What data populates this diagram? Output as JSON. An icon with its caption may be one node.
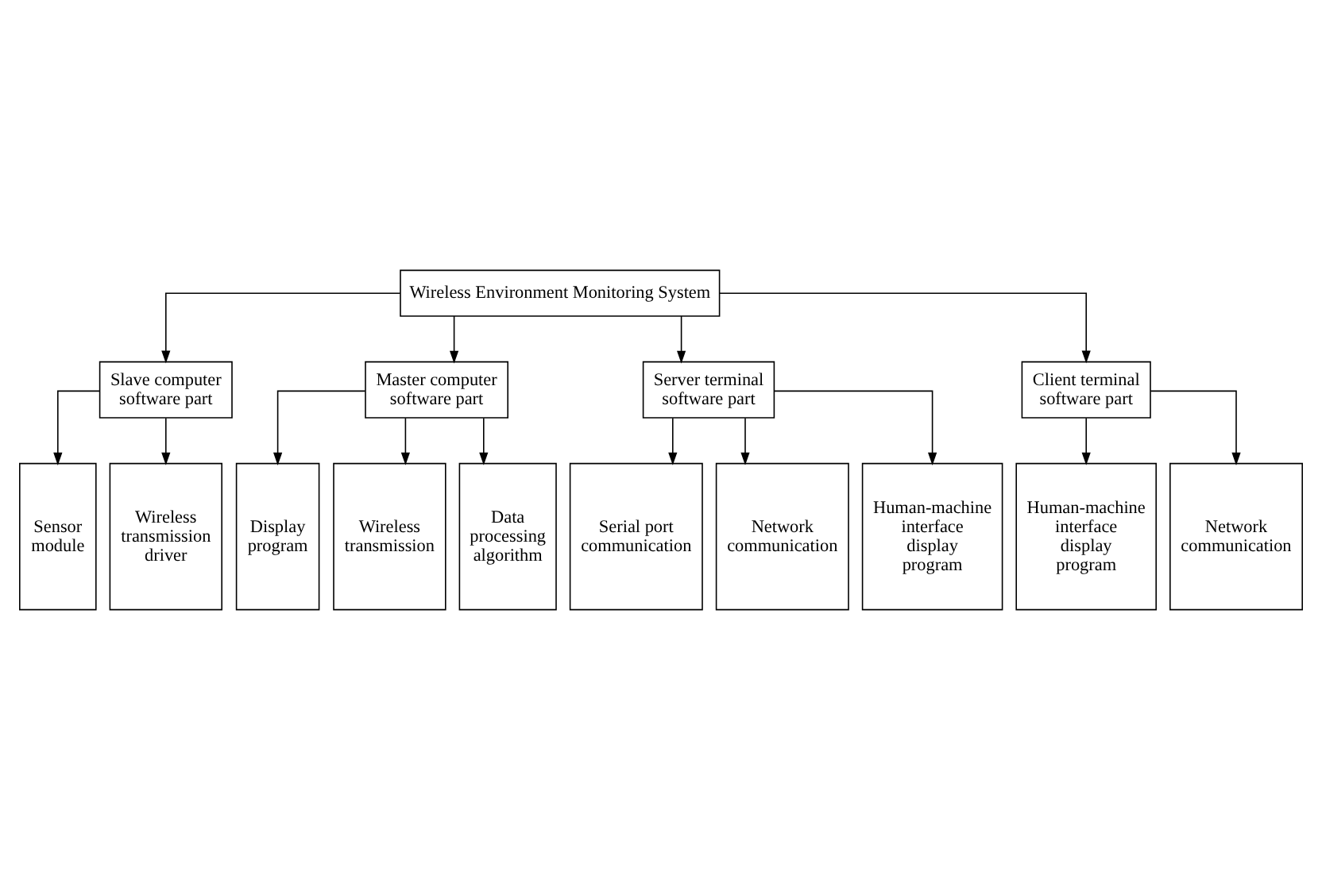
{
  "diagram": {
    "nodes": [
      {
        "text": [
          "Wireless Environment Monitoring System"
        ]
      },
      {
        "text": [
          "Slave computer software part"
        ]
      },
      {
        "text": [
          "Master computer software part"
        ]
      },
      {
        "text": [
          "Server terminal software part"
        ]
      },
      {
        "text": [
          "Client terminal software part"
        ]
      },
      {
        "text": [
          "Sensor module"
        ]
      },
      {
        "text": [
          "Wireless transmission driver"
        ]
      },
      {
        "text": [
          "Display program"
        ]
      },
      {
        "text": [
          "Wireless transmission"
        ]
      },
      {
        "text": [
          "Data processing algorithm"
        ]
      },
      {
        "text": [
          "Serial port communication"
        ]
      },
      {
        "text": [
          "Network communication"
        ]
      },
      {
        "text": [
          "Human-machine interface display program"
        ]
      },
      {
        "text": [
          "Human-machine interface display program"
        ]
      },
      {
        "text": [
          "Network communication"
        ]
      }
    ],
    "edges": [
      {
        "from": 0,
        "to": 1,
        "arrow": "to"
      },
      {
        "from": 0,
        "to": 2,
        "arrow": "to"
      },
      {
        "from": 0,
        "to": 3,
        "arrow": "to"
      },
      {
        "from": 0,
        "to": 4,
        "arrow": "to"
      },
      {
        "from": 1,
        "to": 5,
        "arrow": "to"
      },
      {
        "from": 1,
        "to": 6,
        "arrow": "to"
      },
      {
        "from": 2,
        "to": 7,
        "arrow": "to"
      },
      {
        "from": 2,
        "to": 8,
        "arrow": "to"
      },
      {
        "from": 2,
        "to": 9,
        "arrow": "to"
      },
      {
        "from": 3,
        "to": 10,
        "arrow": "to"
      },
      {
        "from": 3,
        "to": 11,
        "arrow": "to"
      },
      {
        "from": 3,
        "to": 12,
        "arrow": "to"
      },
      {
        "from": 4,
        "to": 13,
        "arrow": "to"
      },
      {
        "from": 4,
        "to": 14,
        "arrow": "to"
      }
    ]
  }
}
